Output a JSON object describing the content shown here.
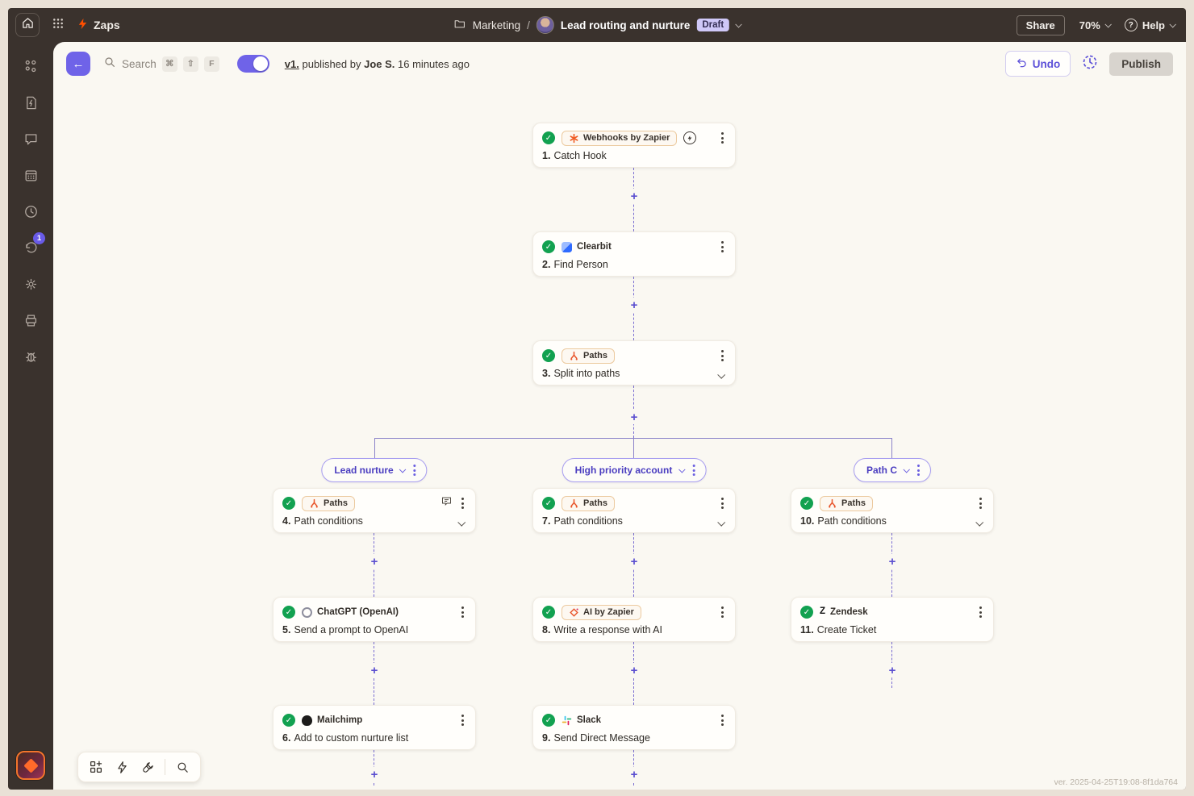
{
  "topbar": {
    "product": "Zaps",
    "breadcrumb": {
      "folder": "Marketing",
      "separator": "/",
      "title": "Lead routing and nurture",
      "badge": "Draft"
    },
    "share": "Share",
    "zoom": "70%",
    "help": "Help"
  },
  "toolbar": {
    "search": "Search",
    "keys": [
      "⌘",
      "⇧",
      "F"
    ],
    "version": "v1.",
    "published": "published by",
    "author": "Joe S.",
    "time": "16 minutes ago",
    "undo": "Undo",
    "publish": "Publish"
  },
  "sidebar": {
    "history_badge": "1",
    "icons": [
      "zap-steps",
      "document-bolt",
      "comment",
      "calendar",
      "clock",
      "history",
      "settings-gear",
      "printer",
      "bug"
    ]
  },
  "canvas": {
    "branches": [
      {
        "label": "Lead nurture"
      },
      {
        "label": "High priority account"
      },
      {
        "label": "Path C"
      }
    ],
    "nodes": [
      {
        "num": "1.",
        "title": "Catch Hook",
        "app": "Webhooks by Zapier"
      },
      {
        "num": "2.",
        "title": "Find Person",
        "app": "Clearbit"
      },
      {
        "num": "3.",
        "title": "Split into paths",
        "app": "Paths"
      },
      {
        "num": "4.",
        "title": "Path conditions",
        "app": "Paths"
      },
      {
        "num": "5.",
        "title": "Send a prompt to OpenAI",
        "app": "ChatGPT (OpenAI)"
      },
      {
        "num": "6.",
        "title": "Add to custom nurture list",
        "app": "Mailchimp"
      },
      {
        "num": "7.",
        "title": "Path conditions",
        "app": "Paths"
      },
      {
        "num": "8.",
        "title": "Write a response with AI",
        "app": "AI by Zapier"
      },
      {
        "num": "9.",
        "title": "Send Direct Message",
        "app": "Slack"
      },
      {
        "num": "10.",
        "title": "Path conditions",
        "app": "Paths"
      },
      {
        "num": "11.",
        "title": "Create Ticket",
        "app": "Zendesk"
      }
    ],
    "version_stamp": "ver. 2025-04-25T19:08-8f1da764"
  },
  "icons": {
    "check": "✓",
    "plus": "+",
    "back_arrow": "←",
    "question": "?",
    "zendesk_glyph": "Z"
  },
  "colors": {
    "accent_purple": "#695be8",
    "brand_orange": "#ff4f00",
    "success_green": "#12a150",
    "draft_badge_bg": "#cfc8f8",
    "canvas_bg": "#faf8f2",
    "topbar_bg": "#3a322d"
  }
}
